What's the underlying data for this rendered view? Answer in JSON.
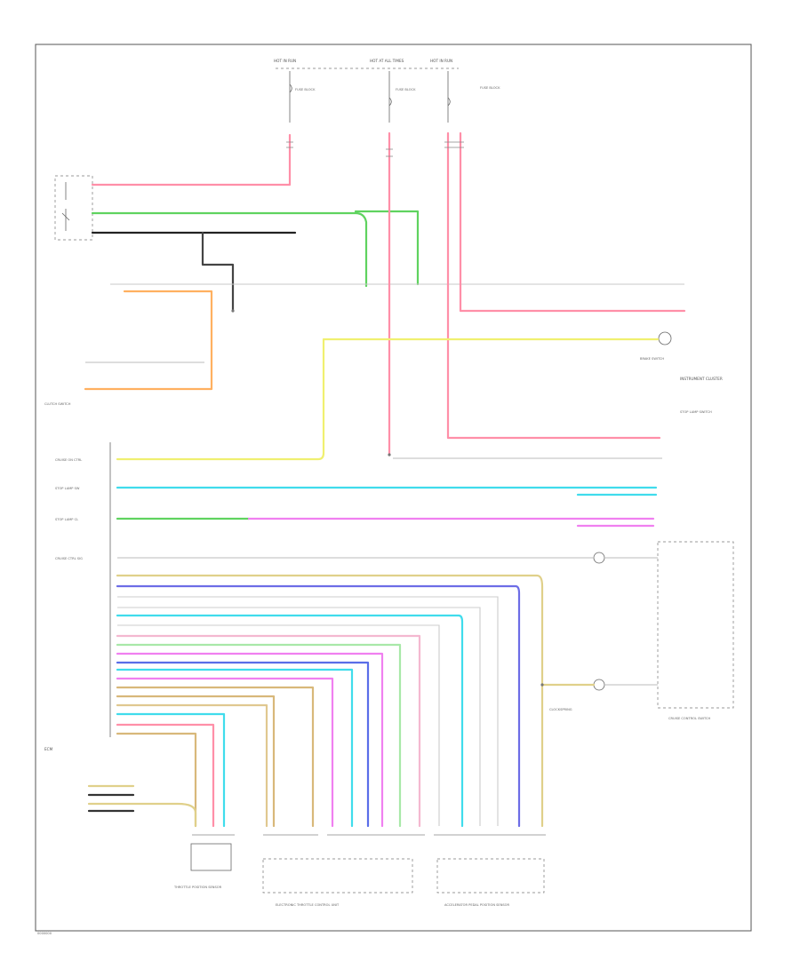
{
  "diagram": {
    "labels": {
      "hot_run_left": "HOT IN RUN",
      "hot_at_all": "HOT AT ALL TIMES",
      "hot_run_right": "HOT IN RUN",
      "fuse_left": "FUSE BLOCK",
      "fuse_mid": "FUSE BLOCK",
      "fuse_right": "FUSE BLOCK",
      "ipc": "INSTRUMENT CLUSTER",
      "ecm": "ECM",
      "throttle_sensor": "THROTTLE POSITION SENSOR",
      "etc_unit": "ELECTRONIC THROTTLE CONTROL UNIT",
      "accel_pedal": "ACCELERATOR PEDAL POSITION SENSOR",
      "clutch_switch": "CLUTCH SWITCH",
      "stop_switch": "STOP LAMP SWITCH",
      "cruise_switch": "CRUISE CONTROL SWITCH",
      "clockspring": "CLOCKSPRING",
      "brake_switch": "BRAKE SWITCH",
      "page_id": "0000000"
    },
    "pins": {
      "cruise_ctrl": "CRUISE ON CTRL",
      "stop_lamp_sw": "STOP LAMP SW",
      "stop_lamp_cl": "STOP LAMP CL",
      "cruise_ctrl_sig": "CRUISE CTRL SIG"
    },
    "colors": {
      "pink": "#ff8fa8",
      "green": "#5fd35f",
      "black": "#222222",
      "orange": "#ffb060",
      "yellow": "#f0f070",
      "cyan": "#40dcec",
      "magenta": "#f080f0",
      "violet": "#6d6de6",
      "blue": "#4a8cf0",
      "tan": "#d8b87a",
      "gray": "#c8c8c8",
      "lightgreen": "#a8e8a8"
    }
  }
}
